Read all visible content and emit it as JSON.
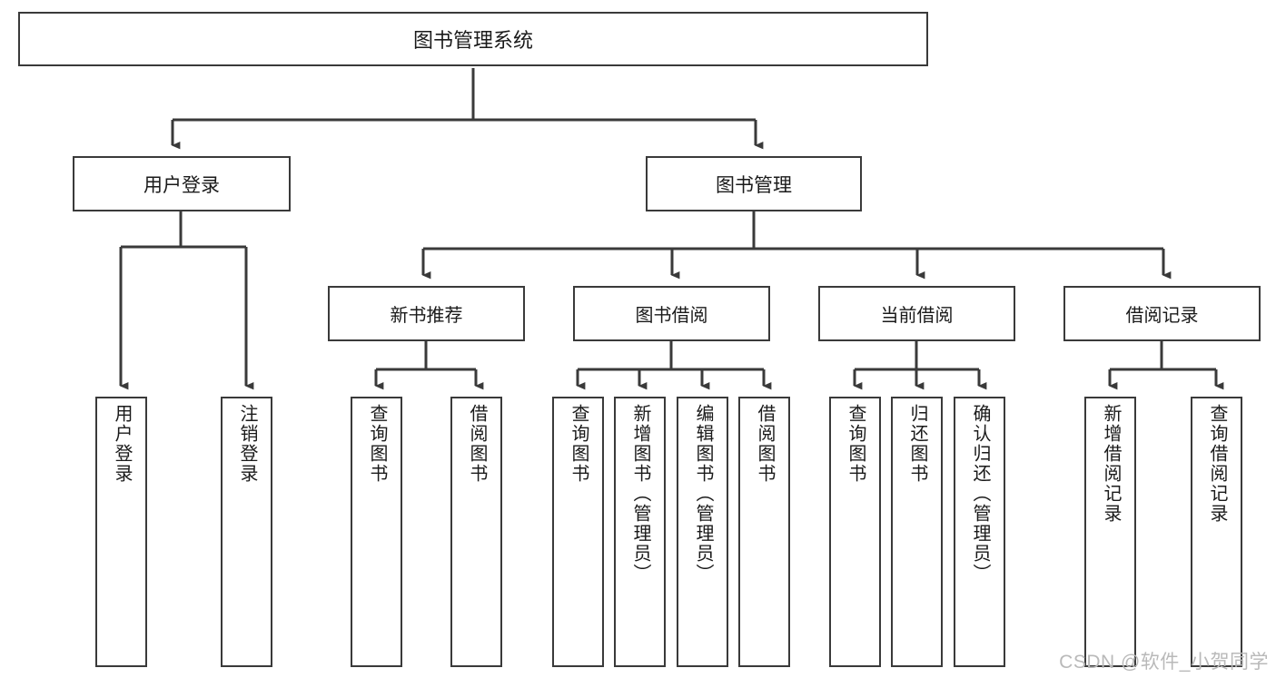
{
  "diagram": {
    "title": "图书管理系统",
    "type": "hierarchy-tree",
    "root": {
      "label": "图书管理系统"
    },
    "tier1": [
      {
        "label": "用户登录"
      },
      {
        "label": "图书管理"
      }
    ],
    "tier2": [
      {
        "label": "新书推荐"
      },
      {
        "label": "图书借阅"
      },
      {
        "label": "当前借阅"
      },
      {
        "label": "借阅记录"
      }
    ],
    "leaves": {
      "user_login": [
        {
          "label": "用户登录"
        },
        {
          "label": "注销登录"
        }
      ],
      "new_book_recommend": [
        {
          "label": "查询图书"
        },
        {
          "label": "借阅图书"
        }
      ],
      "book_borrow": [
        {
          "label": "查询图书"
        },
        {
          "label": "新增图书（管理员）"
        },
        {
          "label": "编辑图书（管理员）"
        },
        {
          "label": "借阅图书"
        }
      ],
      "current_borrow": [
        {
          "label": "查询图书"
        },
        {
          "label": "归还图书"
        },
        {
          "label": "确认归还（管理员）"
        }
      ],
      "borrow_record": [
        {
          "label": "新增借阅记录"
        },
        {
          "label": "查询借阅记录"
        }
      ]
    }
  },
  "watermark": {
    "text": "CSDN @软件_小贺同学"
  },
  "colors": {
    "stroke": "#3a3a3a",
    "text": "#1a1a1a",
    "background": "#ffffff",
    "watermark": "#b9b9b9"
  }
}
